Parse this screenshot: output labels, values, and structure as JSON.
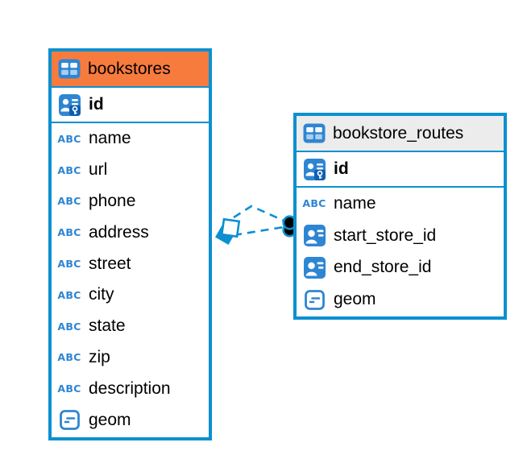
{
  "diagram": {
    "colors": {
      "accent_blue": "#0c90d1",
      "icon_blue": "#2e86d3",
      "selected_header_orange": "#f87b3e",
      "header_gray": "#ececec",
      "text_black": "#000000",
      "dot_marker_black": "#000000"
    },
    "icons": {
      "text_type_label": "ABC"
    },
    "tables": [
      {
        "name": "bookstores",
        "selected": true,
        "columns": [
          {
            "name": "id",
            "type_icon": "primary-key"
          },
          {
            "name": "name",
            "type_icon": "text"
          },
          {
            "name": "url",
            "type_icon": "text"
          },
          {
            "name": "phone",
            "type_icon": "text"
          },
          {
            "name": "address",
            "type_icon": "text"
          },
          {
            "name": "street",
            "type_icon": "text"
          },
          {
            "name": "city",
            "type_icon": "text"
          },
          {
            "name": "state",
            "type_icon": "text"
          },
          {
            "name": "zip",
            "type_icon": "text"
          },
          {
            "name": "description",
            "type_icon": "text"
          },
          {
            "name": "geom",
            "type_icon": "geometry"
          }
        ]
      },
      {
        "name": "bookstore_routes",
        "selected": false,
        "columns": [
          {
            "name": "id",
            "type_icon": "primary-key"
          },
          {
            "name": "name",
            "type_icon": "text"
          },
          {
            "name": "start_store_id",
            "type_icon": "foreign-key"
          },
          {
            "name": "end_store_id",
            "type_icon": "foreign-key"
          },
          {
            "name": "geom",
            "type_icon": "geometry"
          }
        ]
      }
    ],
    "connectors": [
      {
        "from_table": "bookstores",
        "to_table": "bookstore_routes",
        "line_style": "dashed",
        "from_marker": "diamond",
        "to_marker": "dot"
      },
      {
        "from_table": "bookstores",
        "to_table": "bookstore_routes",
        "line_style": "dashed",
        "from_marker": "diamond",
        "to_marker": "dot"
      }
    ]
  }
}
